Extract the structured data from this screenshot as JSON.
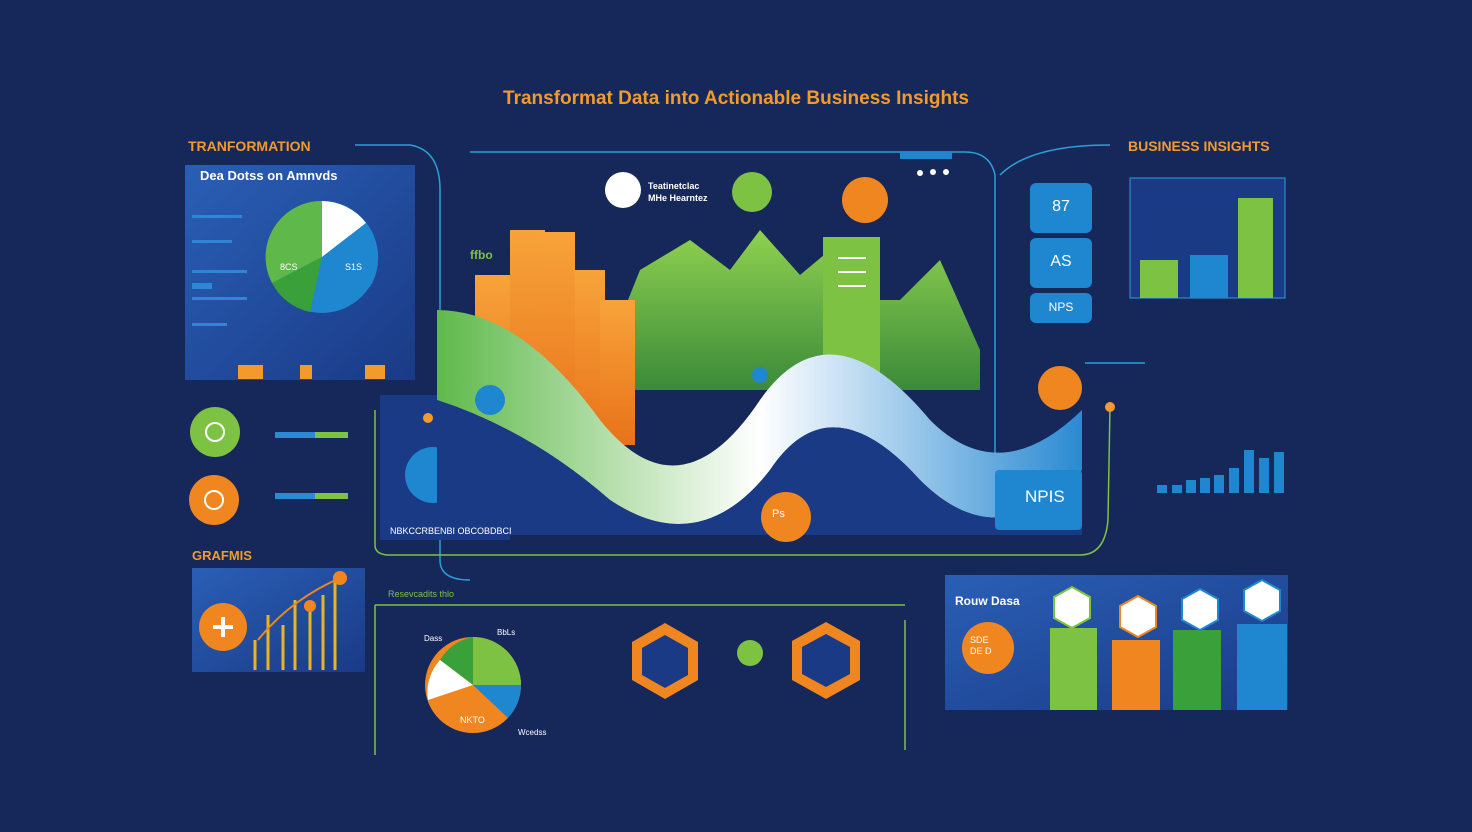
{
  "title": "Transformat Data into Actionable Business Insights",
  "left_top": {
    "heading": "TRANFORMATION",
    "panel_title": "Dea Dotss on Amnvds",
    "pie_labels": [
      "8CS",
      "S1S"
    ]
  },
  "graphs": {
    "heading": "GRAFMIS"
  },
  "center": {
    "top_note": "Teatinetclac\nMHe Hearntez",
    "bottom_caption": "NBKCCRBENBI OBCOBDBCI",
    "nps_label": "NPIS",
    "ps_badge": "Ps",
    "chart_left_label": "ffbo"
  },
  "right_top": {
    "heading": "BUSINESS INSIGHTS",
    "kpi": [
      "87",
      "AS",
      "NPS"
    ]
  },
  "bottom_center": {
    "title": "Resevcadits thlo",
    "pie_label": "NKTO",
    "labels": [
      "Dass",
      "BbLs",
      "Wcedss"
    ]
  },
  "bottom_right": {
    "panel_title": "Rouw Dasa",
    "bubble_text": "SDE\nDE D"
  },
  "colors": {
    "background": "#16275a",
    "orange": "#f0861f",
    "green": "#7dc242",
    "blue": "#1f86d0",
    "white": "#ffffff"
  }
}
